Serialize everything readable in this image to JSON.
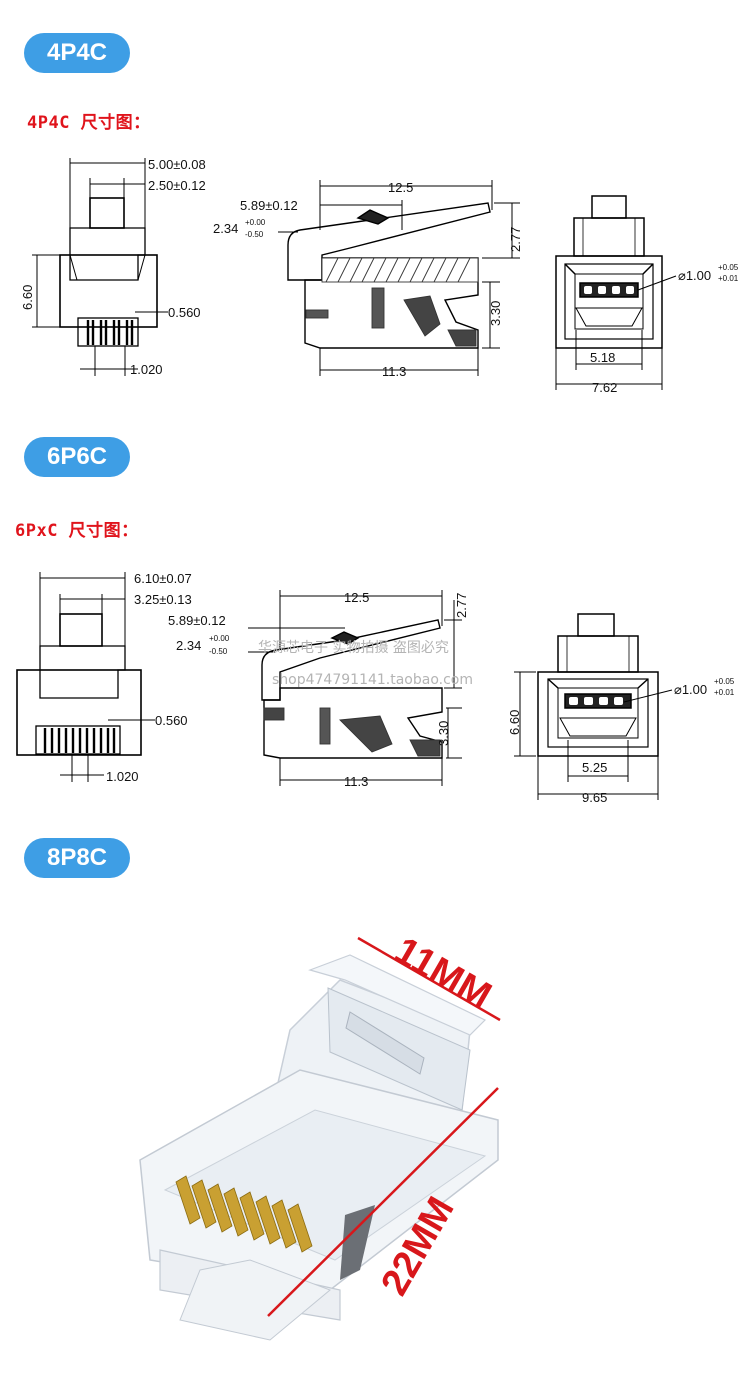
{
  "colors": {
    "pill": "#3e9ee5",
    "caption": "#e0141c",
    "line": "#000000",
    "hatch": "#333333",
    "gold": "#c9a032",
    "clear": "#eef2f6"
  },
  "sections": [
    {
      "label": "4P4C",
      "caption": "4P4C 尺寸图：",
      "dims": {
        "top_width": "5.00±0.08",
        "tab_width": "2.50±0.12",
        "height": "6.60",
        "pin_gap": "0.560",
        "pin_pitch": "1.020",
        "length_total": "12.5",
        "latch_offset": "5.89±0.12",
        "latch_tol": "2.34",
        "latch_tol_upper": "+0.00",
        "latch_tol_lower": "-0.50",
        "latch_height": "2.77",
        "body_height": "3.30",
        "body_length": "11.3",
        "hole_dia": "⌀1.00",
        "hole_tol_upper": "+0.05",
        "hole_tol_lower": "+0.01",
        "inner_width": "5.18",
        "outer_width": "7.62"
      }
    },
    {
      "label": "6P6C",
      "caption": "6PxC 尺寸图：",
      "dims": {
        "top_width": "6.10±0.07",
        "tab_width": "3.25±0.13",
        "pin_gap": "0.560",
        "pin_pitch": "1.020",
        "length_total": "12.5",
        "latch_height": "2.77",
        "latch_offset": "5.89±0.12",
        "latch_tol": "2.34",
        "latch_tol_upper": "+0.00",
        "latch_tol_lower": "-0.50",
        "body_height": "3.30",
        "body_length": "11.3",
        "height": "6.60",
        "hole_dia": "⌀1.00",
        "hole_tol_upper": "+0.05",
        "hole_tol_lower": "+0.01",
        "inner_width": "5.25",
        "outer_width": "9.65"
      },
      "watermark": {
        "line1": "华源芯电子 实物拍摄 盗图必究",
        "line2": "shop474791141.taobao.com"
      }
    },
    {
      "label": "8P8C",
      "width_label": "11MM",
      "length_label": "22MM"
    }
  ]
}
